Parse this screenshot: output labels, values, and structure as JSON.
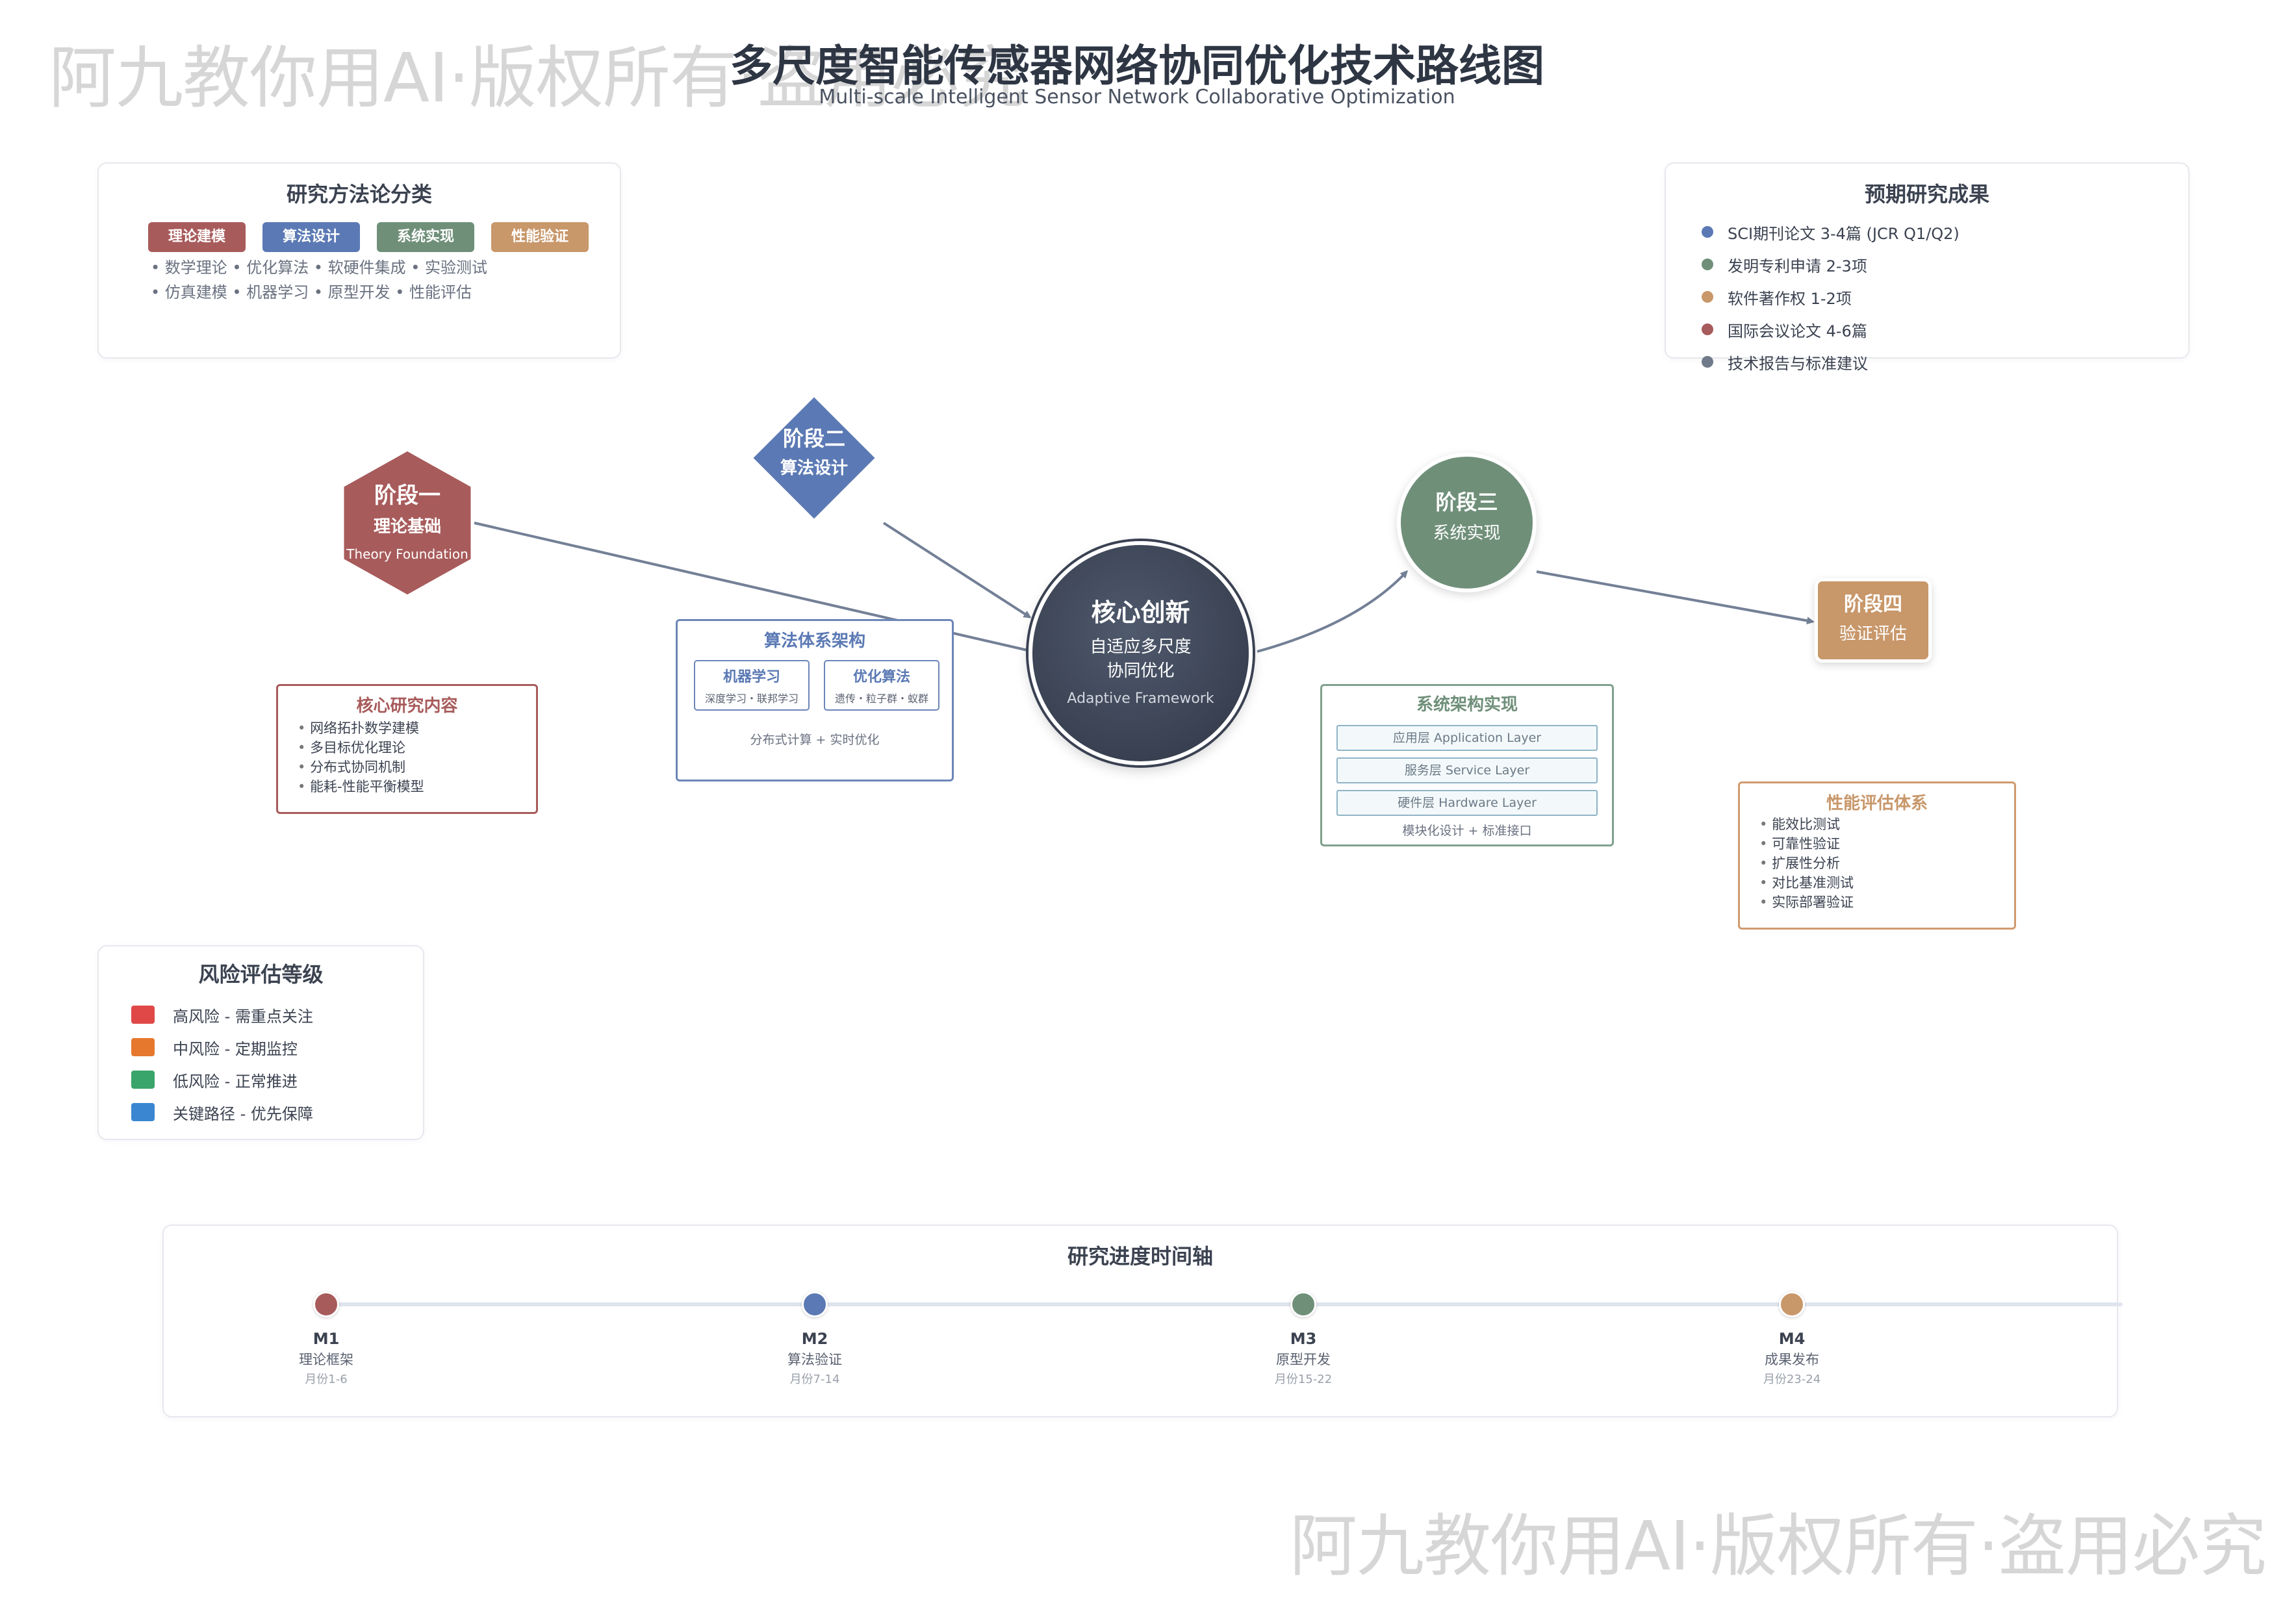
{
  "title": "多尺度智能传感器网络协同优化技术路线图",
  "subtitle": "Multi-scale Intelligent Sensor Network Collaborative Optimization",
  "watermark": "阿九教你用AI·版权所有·盗用必究",
  "methods": {
    "title": "研究方法论分类",
    "tags": [
      {
        "label": "理论建模",
        "color": "#a85b5b"
      },
      {
        "label": "算法设计",
        "color": "#5b79b4"
      },
      {
        "label": "系统实现",
        "color": "#6f8f79"
      },
      {
        "label": "性能验证",
        "color": "#c8976a"
      }
    ],
    "row1": "• 数学理论 • 优化算法 • 软硬件集成 • 实验测试",
    "row2": "• 仿真建模 • 机器学习 • 原型开发 • 性能评估"
  },
  "outcomes": {
    "title": "预期研究成果",
    "items": [
      {
        "label": "SCI期刊论文 3-4篇 (JCR Q1/Q2)",
        "color": "#5b79b4"
      },
      {
        "label": "发明专利申请 2-3项",
        "color": "#6f8f79"
      },
      {
        "label": "软件著作权 1-2项",
        "color": "#c8976a"
      },
      {
        "label": "国际会议论文 4-6篇",
        "color": "#a85b5b"
      },
      {
        "label": "技术报告与标准建议",
        "color": "#6f7a8a"
      }
    ]
  },
  "stages": {
    "s1": {
      "title": "阶段一",
      "sub": "理论基础",
      "en": "Theory Foundation",
      "color": "#a85b5b"
    },
    "s2": {
      "title": "阶段二",
      "sub": "算法设计",
      "color": "#5b79b4"
    },
    "s3": {
      "title": "阶段三",
      "sub": "系统实现",
      "color": "#6f8f79"
    },
    "s4": {
      "title": "阶段四",
      "sub": "验证评估",
      "color": "#c8976a"
    }
  },
  "core": {
    "title": "核心创新",
    "line1": "自适应多尺度",
    "line2": "协同优化",
    "en": "Adaptive Framework",
    "color": "#3a4152"
  },
  "research": {
    "title": "核心研究内容",
    "items": [
      "网络拓扑数学建模",
      "多目标优化理论",
      "分布式协同机制",
      "能耗-性能平衡模型"
    ]
  },
  "algo": {
    "title": "算法体系架构",
    "ml": {
      "title": "机器学习",
      "desc": "深度学习・联邦学习"
    },
    "opt": {
      "title": "优化算法",
      "desc": "遗传・粒子群・蚁群"
    },
    "footer": "分布式计算 + 实时优化"
  },
  "sysarch": {
    "title": "系统架构实现",
    "layers": [
      "应用层 Application Layer",
      "服务层 Service Layer",
      "硬件层 Hardware Layer"
    ],
    "footer": "模块化设计 + 标准接口"
  },
  "perf": {
    "title": "性能评估体系",
    "items": [
      "能效比测试",
      "可靠性验证",
      "扩展性分析",
      "对比基准测试",
      "实际部署验证"
    ]
  },
  "risk": {
    "title": "风险评估等级",
    "items": [
      {
        "label": "高风险 - 需重点关注",
        "color": "#e04848"
      },
      {
        "label": "中风险 - 定期监控",
        "color": "#e6782e"
      },
      {
        "label": "低风险 - 正常推进",
        "color": "#3aa56a"
      },
      {
        "label": "关键路径 - 优先保障",
        "color": "#3a86d1"
      }
    ]
  },
  "timeline": {
    "title": "研究进度时间轴",
    "milestones": [
      {
        "m": "M1",
        "name": "理论框架",
        "period": "月份1-6",
        "color": "#a85b5b"
      },
      {
        "m": "M2",
        "name": "算法验证",
        "period": "月份7-14",
        "color": "#5b79b4"
      },
      {
        "m": "M3",
        "name": "原型开发",
        "period": "月份15-22",
        "color": "#6f8f79"
      },
      {
        "m": "M4",
        "name": "成果发布",
        "period": "月份23-24",
        "color": "#c8976a"
      }
    ]
  }
}
